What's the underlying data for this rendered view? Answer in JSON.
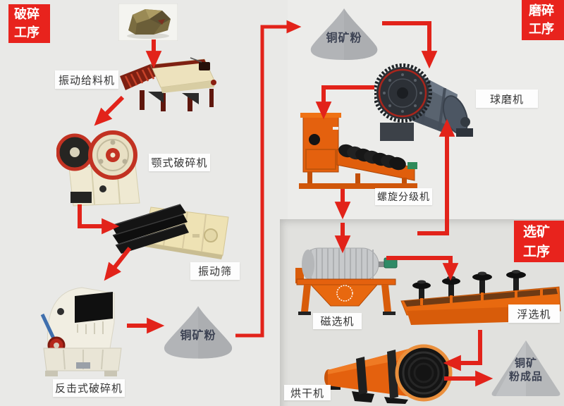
{
  "sections": {
    "crushing": {
      "line1": "破碎",
      "line2": "工序"
    },
    "grinding": {
      "line1": "磨碎",
      "line2": "工序"
    },
    "dressing": {
      "line1": "选矿",
      "line2": "工序"
    }
  },
  "equipment": {
    "vibrating_feeder": "振动给料机",
    "jaw_crusher": "颚式破碎机",
    "vibrating_screen": "振动筛",
    "impact_crusher": "反击式破碎机",
    "ball_mill": "球磨机",
    "spiral_classifier": "螺旋分级机",
    "magnetic_separator": "磁选机",
    "flotation_machine": "浮选机",
    "dryer": "烘干机"
  },
  "materials": {
    "crushed_powder": "铜矿粉",
    "mill_feed_powder": "铜矿粉",
    "final_product_line1": "铜矿",
    "final_product_line2": "粉成品"
  },
  "flow_connections": [
    {
      "from": "raw_ore",
      "to": "vibrating_feeder"
    },
    {
      "from": "vibrating_feeder",
      "to": "jaw_crusher"
    },
    {
      "from": "jaw_crusher",
      "to": "vibrating_screen"
    },
    {
      "from": "vibrating_screen",
      "to": "impact_crusher"
    },
    {
      "from": "impact_crusher",
      "to": "crushed_powder"
    },
    {
      "from": "crushed_powder",
      "to": "mill_feed_powder"
    },
    {
      "from": "mill_feed_powder",
      "to": "ball_mill"
    },
    {
      "from": "ball_mill",
      "to": "spiral_classifier"
    },
    {
      "from": "spiral_classifier",
      "to": "ball_mill"
    },
    {
      "from": "spiral_classifier",
      "to": "magnetic_separator"
    },
    {
      "from": "magnetic_separator",
      "to": "flotation_machine"
    },
    {
      "from": "flotation_machine",
      "to": "dryer"
    },
    {
      "from": "dryer",
      "to": "final_product"
    }
  ],
  "colors": {
    "accent_red": "#e2231a",
    "banner_red": "#e8231d",
    "machine_orange": "#e4610e",
    "cone_gray": "#b4b6b9",
    "background": "#e9e9e7",
    "section_background": "#e1e1de",
    "label_text": "#333333"
  }
}
